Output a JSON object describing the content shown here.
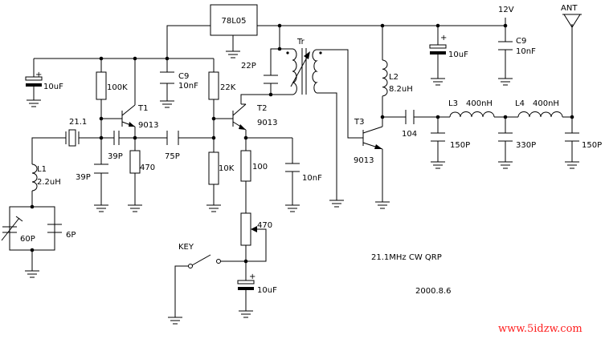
{
  "title": "21.1MHz CW QRP",
  "date": "2000.8.6",
  "watermark": "www.5idzw.com",
  "labels": {
    "regulator": "78L05",
    "supply": "12V",
    "antenna": "ANT",
    "key": "KEY",
    "crystal": "21.1",
    "l1": "L1",
    "l1_val": "2.2uH",
    "trim_cap": "60P",
    "c_6p": "6P",
    "c_in_left": "39P",
    "c_in_mid": "39P",
    "c_75p": "75P",
    "c_10uf_left": "10uF",
    "c9_left": "C9",
    "c9_left_val": "10nF",
    "r_100k": "100K",
    "r_470_t1": "470",
    "r_22k": "22K",
    "r_10k": "10K",
    "t1": "T1",
    "t1_type": "9013",
    "t2": "T2",
    "t2_type": "9013",
    "c_22p": "22P",
    "tr": "Tr",
    "r_100": "100",
    "c_10nf_t2": "10nF",
    "pot_470": "470",
    "c_10uf_key": "10uF",
    "t3": "T3",
    "t3_type": "9013",
    "l2": "L2",
    "l2_val": "8.2uH",
    "c_104": "104",
    "l3": "L3",
    "l3_val": "400nH",
    "l4": "L4",
    "l4_val": "400nH",
    "c_150p_a": "150P",
    "c_330p": "330P",
    "c_150p_b": "150P",
    "c_10uf_right": "10uF",
    "c9_right": "C9",
    "c9_right_val": "10nF",
    "plus": "+"
  }
}
